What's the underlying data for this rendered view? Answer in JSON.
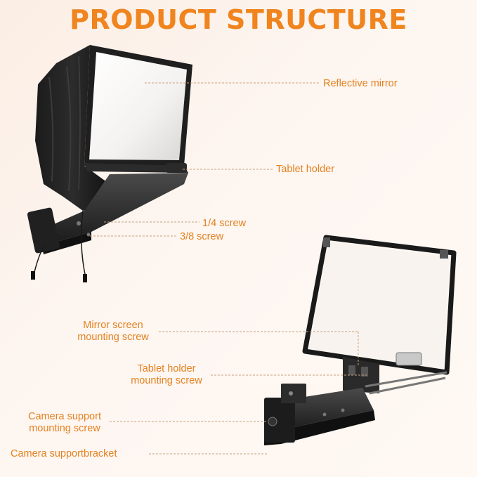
{
  "title": "PRODUCT STRUCTURE",
  "labels": {
    "reflective_mirror": "Reflective mirror",
    "tablet_holder": "Tablet holder",
    "screw_quarter": "1/4 screw",
    "screw_three_eighths": "3/8 screw",
    "mirror_screen_mounting_screw_l1": "Mirror screen",
    "mirror_screen_mounting_screw_l2": "mounting screw",
    "tablet_holder_mounting_screw_l1": "Tablet holder",
    "tablet_holder_mounting_screw_l2": "mounting screw",
    "camera_support_mounting_screw_l1": "Camera support",
    "camera_support_mounting_screw_l2": "mounting screw",
    "camera_support_bracket": "Camera supportbracket"
  },
  "colors": {
    "accent": "#f0841e",
    "label": "#e48221",
    "leader": "#c8a27e"
  }
}
